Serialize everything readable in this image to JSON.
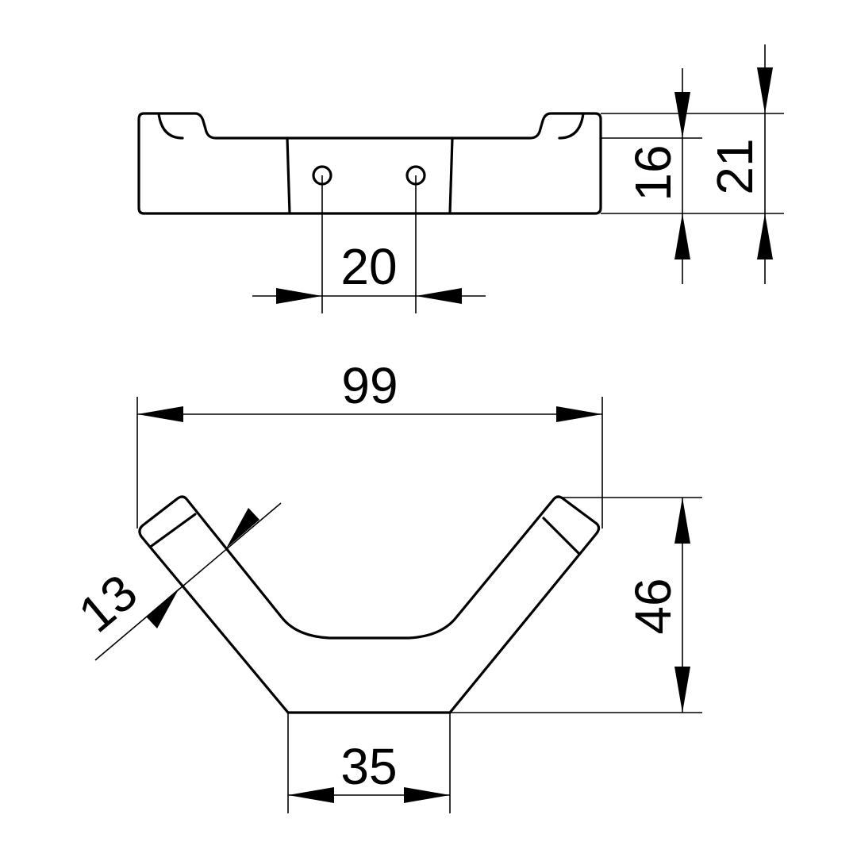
{
  "drawing": {
    "dimensions": {
      "hole_spacing": "20",
      "inner_height": "16",
      "total_height": "21",
      "overall_width": "99",
      "arm_width": "13",
      "hook_depth": "46",
      "base_width": "35"
    }
  }
}
